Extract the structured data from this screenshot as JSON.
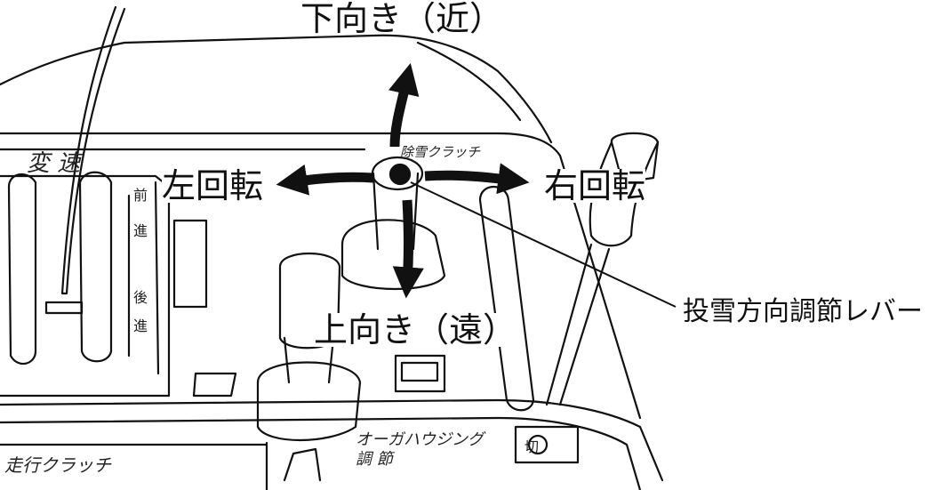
{
  "labels": {
    "down_near": "下向き（近）",
    "up_far": "上向き（遠）",
    "rotate_left": "左回転",
    "rotate_right": "右回転",
    "lever_name": "投雪方向調節レバー"
  },
  "colors": {
    "ink": "#111111",
    "paper": "#ffffff"
  }
}
